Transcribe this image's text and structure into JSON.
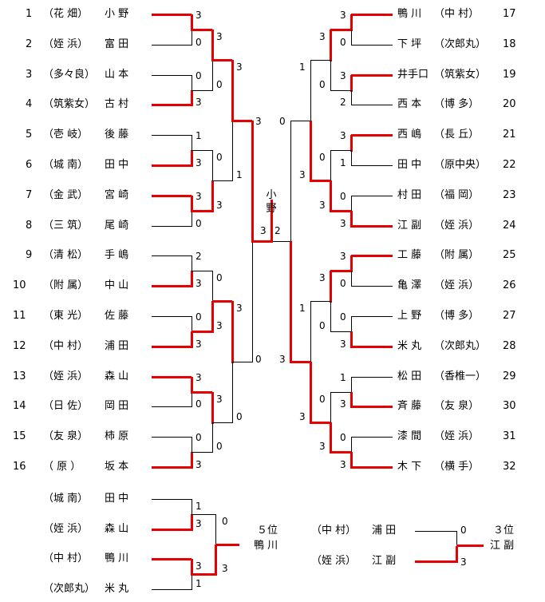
{
  "title_label": "小 野",
  "left_entries": [
    {
      "seed": "1",
      "school": "（花 畑）",
      "name": "小 野"
    },
    {
      "seed": "2",
      "school": "（姪 浜）",
      "name": "富 田"
    },
    {
      "seed": "3",
      "school": "（多々良）",
      "name": "山 本"
    },
    {
      "seed": "4",
      "school": "（筑紫女）",
      "name": "古 村"
    },
    {
      "seed": "5",
      "school": "（壱 岐）",
      "name": "後 藤"
    },
    {
      "seed": "6",
      "school": "（城 南）",
      "name": "田 中"
    },
    {
      "seed": "7",
      "school": "（金 武）",
      "name": "宮 崎"
    },
    {
      "seed": "8",
      "school": "（三 筑）",
      "name": "尾 崎"
    },
    {
      "seed": "9",
      "school": "（清 松）",
      "name": "手 嶋"
    },
    {
      "seed": "10",
      "school": "（附 属）",
      "name": "中 山"
    },
    {
      "seed": "11",
      "school": "（東 光）",
      "name": "佐 藤"
    },
    {
      "seed": "12",
      "school": "（中 村）",
      "name": "浦 田"
    },
    {
      "seed": "13",
      "school": "（姪 浜）",
      "name": "森 山"
    },
    {
      "seed": "14",
      "school": "（日 佐）",
      "name": "岡 田"
    },
    {
      "seed": "15",
      "school": "（友 泉）",
      "name": "柿 原"
    },
    {
      "seed": "16",
      "school": "（ 原 ）",
      "name": "坂 本"
    }
  ],
  "right_entries": [
    {
      "seed": "17",
      "school": "（中 村）",
      "name": "鴨 川"
    },
    {
      "seed": "18",
      "school": "（次郎丸）",
      "name": "下 坪"
    },
    {
      "seed": "19",
      "school": "（筑紫女）",
      "name": "井手口"
    },
    {
      "seed": "20",
      "school": "（博 多）",
      "name": "西 本"
    },
    {
      "seed": "21",
      "school": "（長 丘）",
      "name": "西 嶋"
    },
    {
      "seed": "22",
      "school": "（原中央）",
      "name": "田 中"
    },
    {
      "seed": "23",
      "school": "（福 岡）",
      "name": "村 田"
    },
    {
      "seed": "24",
      "school": "（姪 浜）",
      "name": "江 副"
    },
    {
      "seed": "25",
      "school": "（附 属）",
      "name": "工 藤"
    },
    {
      "seed": "26",
      "school": "（姪 浜）",
      "name": "亀 澤"
    },
    {
      "seed": "27",
      "school": "（博 多）",
      "name": "上 野"
    },
    {
      "seed": "28",
      "school": "（次郎丸）",
      "name": "米 丸"
    },
    {
      "seed": "29",
      "school": "（香椎一）",
      "name": "松 田"
    },
    {
      "seed": "30",
      "school": "（友 泉）",
      "name": "斉 藤"
    },
    {
      "seed": "31",
      "school": "（姪 浜）",
      "name": "漆 間"
    },
    {
      "seed": "32",
      "school": "（横 手）",
      "name": "木 下"
    }
  ],
  "scores": {
    "l_r1": [
      "3",
      "0",
      "0",
      "3",
      "1",
      "3",
      "3",
      "0",
      "2",
      "3",
      "0",
      "3",
      "3",
      "0",
      "0",
      "3"
    ],
    "l_r2": [
      "3",
      "0",
      "0",
      "3",
      "0",
      "3",
      "3",
      "0"
    ],
    "l_r3": [
      "3",
      "1",
      "3",
      "0"
    ],
    "l_r4": [
      "3",
      "0"
    ],
    "r_r1": [
      "3",
      "0",
      "3",
      "2",
      "3",
      "1",
      "0",
      "3",
      "3",
      "0",
      "0",
      "3",
      "1",
      "3",
      "0",
      "3"
    ],
    "r_r2": [
      "3",
      "0",
      "0",
      "3",
      "3",
      "0",
      "0",
      "3"
    ],
    "r_r3": [
      "1",
      "3",
      "1",
      "3"
    ],
    "r_r4": [
      "0",
      "3"
    ],
    "final": [
      "3",
      "2"
    ]
  },
  "fifth_place": {
    "label": "５位",
    "winner": "鴨 川",
    "entries": [
      {
        "school": "（城 南）",
        "name": "田 中"
      },
      {
        "school": "（姪 浜）",
        "name": "森 山"
      },
      {
        "school": "（中 村）",
        "name": "鴨 川"
      },
      {
        "school": "（次郎丸）",
        "name": "米 丸"
      }
    ],
    "r1_scores": [
      "1",
      "3",
      "3",
      "1"
    ],
    "r2_scores": [
      "0",
      "3"
    ]
  },
  "third_place": {
    "label": "３位",
    "winner": "江 副",
    "entries": [
      {
        "school": "（中 村）",
        "name": "浦 田"
      },
      {
        "school": "（姪 浜）",
        "name": "江 副"
      }
    ],
    "scores": [
      "0",
      "3"
    ]
  },
  "colors": {
    "win_line": "#e60000",
    "lose_line": "#000000"
  }
}
